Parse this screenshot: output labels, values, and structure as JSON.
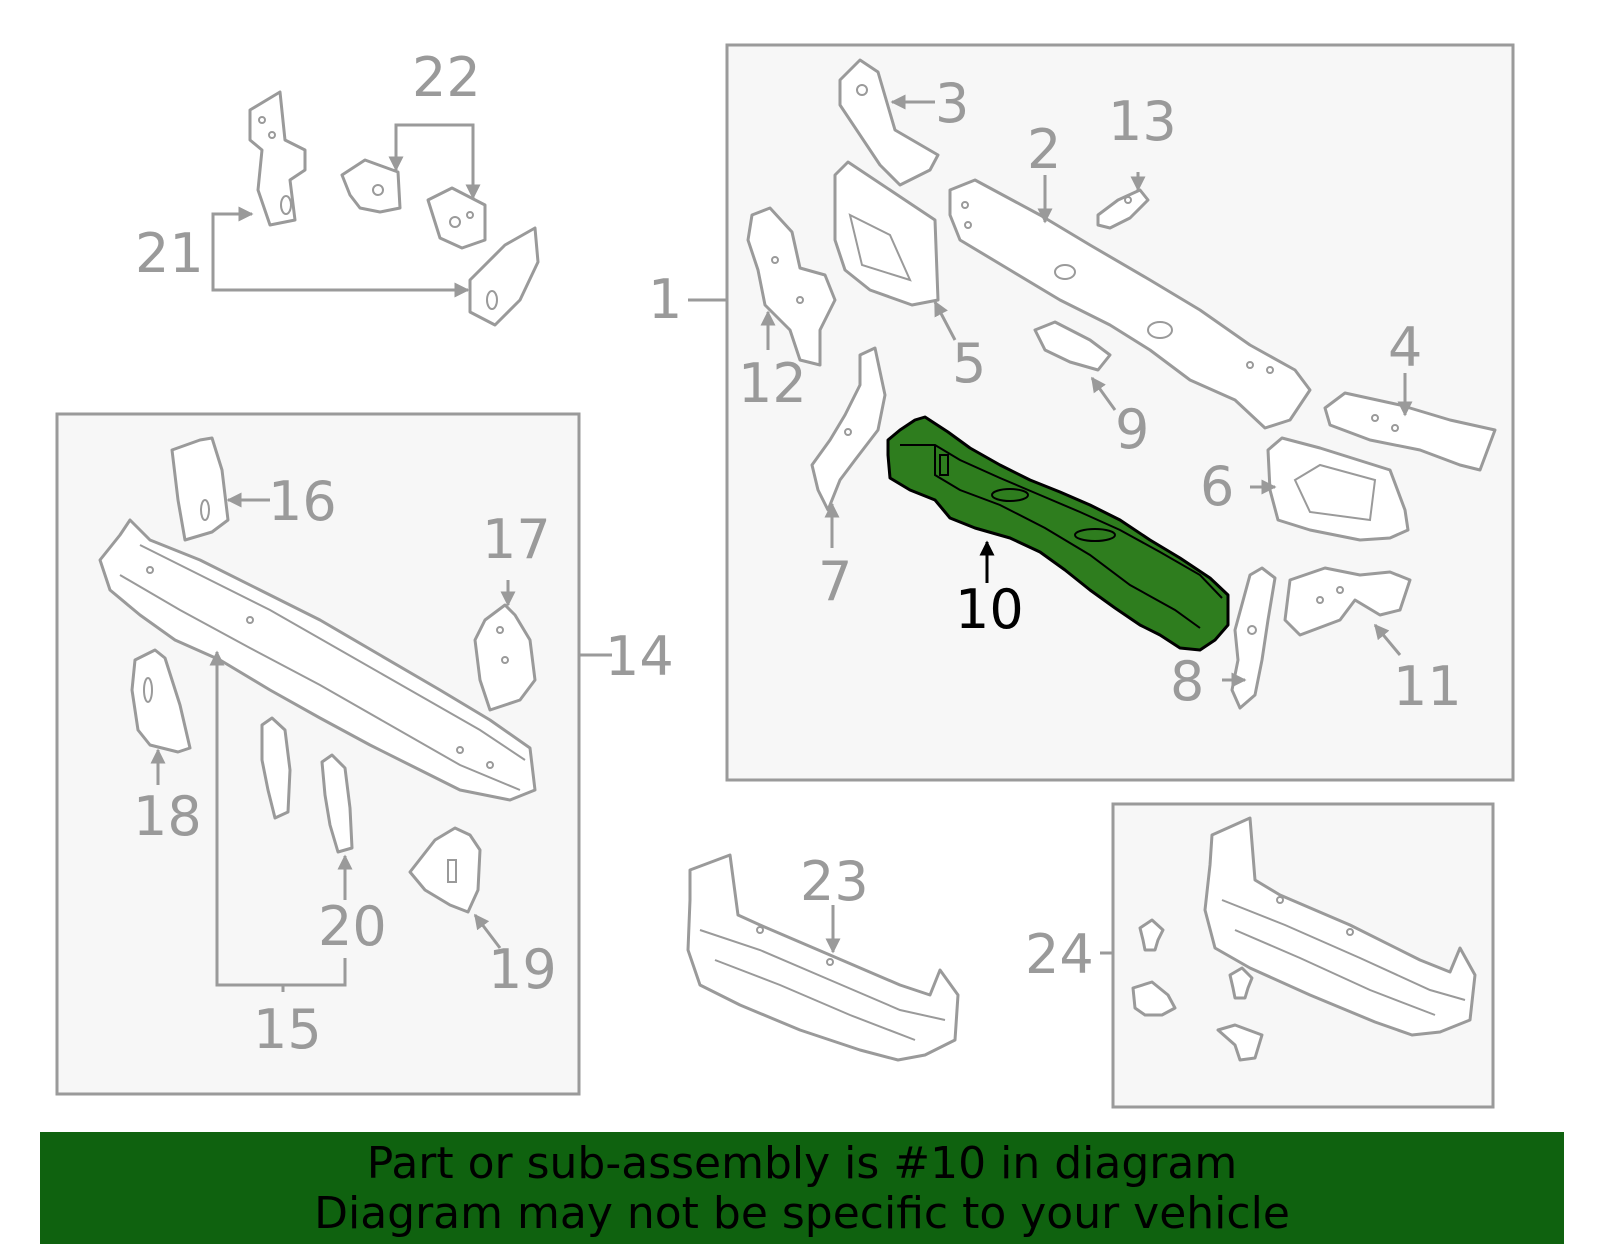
{
  "callouts": {
    "c1": "1",
    "c2": "2",
    "c3": "3",
    "c4": "4",
    "c5": "5",
    "c6": "6",
    "c7": "7",
    "c8": "8",
    "c9": "9",
    "c10": "10",
    "c11": "11",
    "c12": "12",
    "c13": "13",
    "c14": "14",
    "c15": "15",
    "c16": "16",
    "c17": "17",
    "c18": "18",
    "c19": "19",
    "c20": "20",
    "c21": "21",
    "c22": "22",
    "c23": "23",
    "c24": "24"
  },
  "banner": {
    "line1": "Part or sub-assembly is #10 in diagram",
    "line2": "Diagram may not be specific to your vehicle"
  },
  "colors": {
    "highlight": "#2e7d1e",
    "banner": "#0f620f",
    "line": "#9a9a9a"
  }
}
